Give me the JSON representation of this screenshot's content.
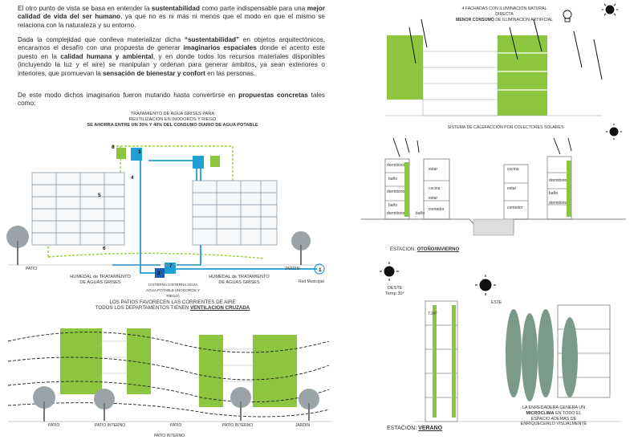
{
  "intro": {
    "p1": {
      "t1": "El otro punto de vista se basa en entender la ",
      "b1": "sustentabilidad",
      "t2": " como parte indispensable para una ",
      "b2": "mejor calidad de vida del ser humano",
      "t3": ", ya que no es ni más ni menos que el modo en que el mismo se relaciona con la naturaleza y su entorno."
    },
    "p2": {
      "t1": "Dada la complejidad que conlleva materializar dicha ",
      "b1": "“sustentabilidad”",
      "t2": " en objetos arquitectónicos, encaramos el desafío con una propuesta de generar ",
      "b2": "imaginarios espaciales",
      "t3": " donde el acento este puesto en la ",
      "b3": "calidad humana y ambiental",
      "t4": ", y en donde todos los recursos materiales disponibles (incluyendo la luz y el aire) se manipulan y ordenan para generar ámbitos, ya sean exteriores o interiores, que promuevan la ",
      "b4": "sensación de bienestar y confort",
      "t5": " en las personas."
    },
    "p3": {
      "t1": "De este modo dichos imaginarios fueron mutando hasta convertirse en ",
      "b1": "propuestas concretas",
      "t2": " tales como:"
    }
  },
  "water": {
    "title1": "TRATAMIENTO DE AGUA GRISES PARA",
    "title2": "REUTILIZACION EN INODOROS Y RIEGO",
    "title3": "SE AHORRA ENTRE UN 30% Y 40% DEL CONSUMO DIARIO DE AGUA POTABLE",
    "patio": "PATIO",
    "jardin": "JARDIN",
    "humedal_left": "HUMEDAL de TRATAMIENTO\nDE AGUAS GRISES",
    "humedal_right": "HUMEDAL de TRATAMIENTO\nDE AGUAS GRISES",
    "cisterna": "CISTERNA  CISTERNA AGUA\nAGUA POTABLE (INODOROS Y RIEGO)",
    "red": "Red Municipal",
    "numbers": [
      "8",
      "3",
      "4",
      "5",
      "6",
      "7",
      "2",
      "1"
    ]
  },
  "ventilation": {
    "line1": "LOS PATIOS FAVORECEN LAS CORRIENTES DE AIRE",
    "line2a": "TODOS LOS DEPARTAMENTOS TIENEN ",
    "line2b": "VENTILACION CRUZADA",
    "labels": [
      "PATIO",
      "PATIO INTERNO",
      "PATIO",
      "PATIO INTERNO",
      "PATIO INTERNO",
      "JARDIN"
    ]
  },
  "facades": {
    "line1": "4 FACHADAS CON ILUMINACION NATURAL DIRECTA",
    "line2a": "MENOR CONSUMO",
    "line2b": " DE ILUMINACION ARTIFICIAL"
  },
  "heating": {
    "title": "SISTEMA DE CALEFACCION POR COLECTORES SOLARES",
    "rooms_left": [
      "dormitorio",
      "baño",
      "dormitorio",
      "baño",
      "dormitorio"
    ],
    "rooms_mid": [
      "estar",
      "cocina",
      "estar",
      "comedor",
      "baño"
    ],
    "rooms_right": [
      "cocina",
      "estar",
      "comedor",
      "dormitorio",
      "baño",
      "dormitorio"
    ],
    "station_a": "ESTACION: ",
    "station_b": "OTOÑO/INVIERNO"
  },
  "summer": {
    "oeste": "OESTE",
    "temp": "Temp 30°",
    "este": "ESTE",
    "dim": "7.24°",
    "note1": "LA ENREDADERA GENERA UN",
    "note2": "MICROCLIMA",
    "note3": " EN TODO EL ESPACIO ADEMAS DE ENRIQUECERLO VISUALMENTE",
    "station_a": "ESTACION: ",
    "station_b": "VERANO"
  },
  "colors": {
    "green": "#8cc63f",
    "blue": "#1e9fd6",
    "dashgreen": "#9acd32"
  },
  "icons": [
    "sun-icon",
    "lightbulb-icon",
    "tree-icon",
    "person-icon"
  ]
}
